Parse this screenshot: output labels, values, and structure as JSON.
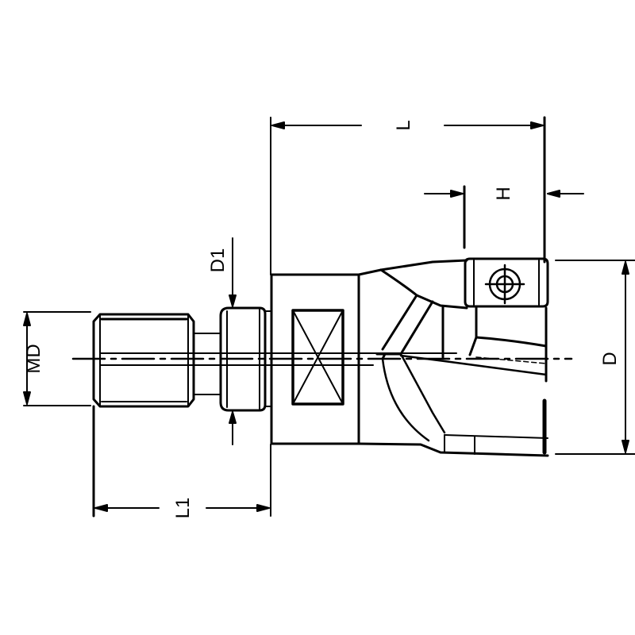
{
  "drawing": {
    "title": "Indexable milling cutter with threaded shank (screw-in head) — dimension drawing",
    "background": "#ffffff",
    "line_color": "#000000",
    "dimensions": {
      "L": {
        "label": "L",
        "description": "overall length of cutter head"
      },
      "H": {
        "label": "H",
        "description": "insert height / axial cutting depth"
      },
      "D": {
        "label": "D",
        "description": "cutting diameter"
      },
      "D1": {
        "label": "D1",
        "description": "shank collar diameter"
      },
      "MD": {
        "label": "MD",
        "description": "thread size"
      },
      "L1": {
        "label": "L1",
        "description": "thread length to collar face"
      }
    }
  }
}
